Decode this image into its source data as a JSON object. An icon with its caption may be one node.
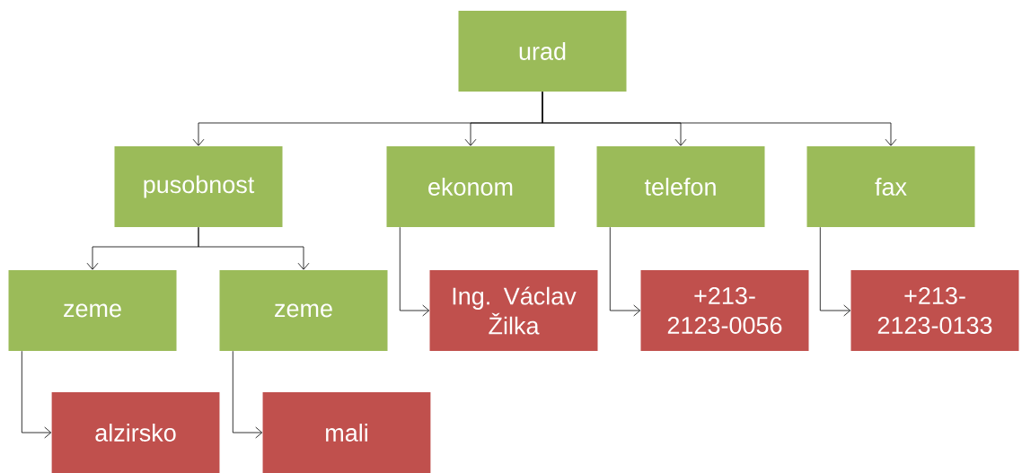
{
  "diagram": {
    "nodes": [
      {
        "text": [
          "urad"
        ]
      },
      {
        "text": [
          "pusobnost"
        ]
      },
      {
        "text": [
          "ekonom"
        ]
      },
      {
        "text": [
          "telefon"
        ]
      },
      {
        "text": [
          "fax"
        ]
      },
      {
        "text": [
          "zeme"
        ]
      },
      {
        "text": [
          "zeme"
        ]
      },
      {
        "text": [
          "Ing. Václav Žilka"
        ]
      },
      {
        "text": [
          "+213-2123-0056"
        ]
      },
      {
        "text": [
          "+213-2123-0133"
        ]
      },
      {
        "text": [
          "alzirsko"
        ]
      },
      {
        "text": [
          "mali"
        ]
      }
    ],
    "edges": [
      {
        "from": 0,
        "to": 1,
        "arrow": "to"
      },
      {
        "from": 0,
        "to": 2,
        "arrow": "to"
      },
      {
        "from": 0,
        "to": 3,
        "arrow": "to"
      },
      {
        "from": 0,
        "to": 4,
        "arrow": "to"
      },
      {
        "from": 1,
        "to": 5,
        "arrow": "to"
      },
      {
        "from": 1,
        "to": 6,
        "arrow": "to"
      },
      {
        "from": 2,
        "to": 7,
        "arrow": "to"
      },
      {
        "from": 3,
        "to": 8,
        "arrow": "to"
      },
      {
        "from": 4,
        "to": 9,
        "arrow": "to"
      },
      {
        "from": 5,
        "to": 10,
        "arrow": "to"
      },
      {
        "from": 6,
        "to": 11,
        "arrow": "to"
      }
    ]
  }
}
